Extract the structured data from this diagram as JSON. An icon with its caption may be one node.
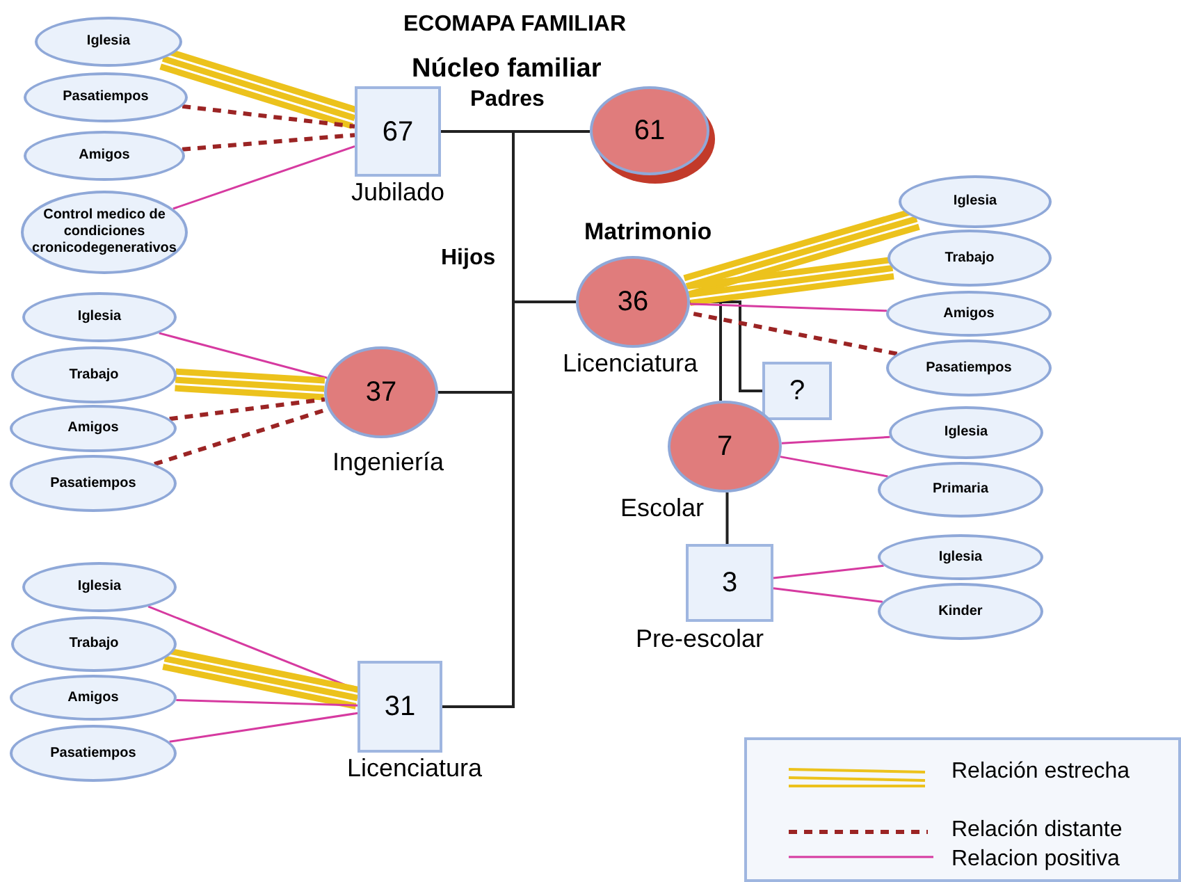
{
  "diagram": {
    "title": "ECOMAPA FAMILIAR",
    "nodes": [
      {
        "text": [
          "Iglesia"
        ]
      },
      {
        "text": [
          "Pasatiempos"
        ]
      },
      {
        "text": [
          "Amigos"
        ]
      },
      {
        "text": [
          "Control medico de condiciones cronicodegenerativos"
        ]
      },
      {
        "text": [
          "67"
        ],
        "beside": [
          "Jubilado"
        ]
      },
      {
        "text": [
          "61"
        ]
      },
      {
        "text": [
          "Iglesia"
        ]
      },
      {
        "text": [
          "Trabajo"
        ]
      },
      {
        "text": [
          "Amigos"
        ]
      },
      {
        "text": [
          "Pasatiempos"
        ]
      },
      {
        "text": [
          "36"
        ],
        "beside": [
          "Licenciatura"
        ]
      },
      {
        "text": [
          "?"
        ]
      },
      {
        "text": [
          "7"
        ],
        "beside": [
          "Escolar"
        ]
      },
      {
        "text": [
          "Iglesia"
        ]
      },
      {
        "text": [
          "Primaria"
        ]
      },
      {
        "text": [
          "3"
        ],
        "beside": [
          "Pre-escolar"
        ]
      },
      {
        "text": [
          "Iglesia"
        ]
      },
      {
        "text": [
          "Kinder"
        ]
      },
      {
        "text": [
          "Iglesia"
        ]
      },
      {
        "text": [
          "Trabajo"
        ]
      },
      {
        "text": [
          "Amigos"
        ]
      },
      {
        "text": [
          "Pasatiempos"
        ]
      },
      {
        "text": [
          "37"
        ],
        "beside": [
          "Ingeniería"
        ]
      },
      {
        "text": [
          "Iglesia"
        ]
      },
      {
        "text": [
          "Trabajo"
        ]
      },
      {
        "text": [
          "Amigos"
        ]
      },
      {
        "text": [
          "Pasatiempos"
        ]
      },
      {
        "text": [
          "31"
        ],
        "beside": [
          "Licenciatura"
        ]
      }
    ],
    "edges": [
      {
        "from": 4,
        "to": 5,
        "arrow": "none",
        "color": "#222222"
      },
      {
        "from": 4,
        "to": 10,
        "arrow": "none",
        "color": "#222222"
      },
      {
        "from": 4,
        "to": 22,
        "arrow": "none",
        "color": "#222222"
      },
      {
        "from": 4,
        "to": 27,
        "arrow": "none",
        "color": "#222222"
      },
      {
        "from": 10,
        "to": 11,
        "arrow": "none",
        "color": "#222222"
      },
      {
        "from": 10,
        "to": 12,
        "arrow": "none",
        "color": "#222222"
      },
      {
        "from": 12,
        "to": 15,
        "arrow": "none",
        "color": "#222222"
      },
      {
        "from": 0,
        "to": 4,
        "arrow": "none",
        "style": "thick",
        "color": "#ecc21c"
      },
      {
        "from": 1,
        "to": 4,
        "arrow": "none",
        "style": "dashed",
        "color": "#9b2424"
      },
      {
        "from": 2,
        "to": 4,
        "arrow": "none",
        "style": "dashed",
        "color": "#9b2424"
      },
      {
        "from": 3,
        "to": 4,
        "arrow": "none"
      },
      {
        "from": 6,
        "to": 10,
        "arrow": "none",
        "style": "thick",
        "color": "#ecc21c"
      },
      {
        "from": 7,
        "to": 10,
        "arrow": "none",
        "style": "thick",
        "color": "#ecc21c"
      },
      {
        "from": 8,
        "to": 10,
        "arrow": "none"
      },
      {
        "from": 9,
        "to": 10,
        "arrow": "none",
        "style": "dashed",
        "color": "#9b2424"
      },
      {
        "from": 13,
        "to": 12,
        "arrow": "none"
      },
      {
        "from": 14,
        "to": 12,
        "arrow": "none"
      },
      {
        "from": 16,
        "to": 15,
        "arrow": "none"
      },
      {
        "from": 17,
        "to": 15,
        "arrow": "none"
      },
      {
        "from": 18,
        "to": 22,
        "arrow": "none"
      },
      {
        "from": 19,
        "to": 22,
        "arrow": "none",
        "style": "thick",
        "color": "#ecc21c"
      },
      {
        "from": 20,
        "to": 22,
        "arrow": "none",
        "style": "dashed",
        "color": "#9b2424"
      },
      {
        "from": 21,
        "to": 22,
        "arrow": "none",
        "style": "dashed",
        "color": "#9b2424"
      },
      {
        "from": 23,
        "to": 27,
        "arrow": "none"
      },
      {
        "from": 24,
        "to": 27,
        "arrow": "none",
        "style": "thick",
        "color": "#ecc21c"
      },
      {
        "from": 25,
        "to": 27,
        "arrow": "none"
      },
      {
        "from": 26,
        "to": 27,
        "arrow": "none"
      }
    ],
    "labels": [
      "Núcleo familiar",
      "Padres",
      "Hijos",
      "Matrimonio"
    ],
    "legend": [
      {
        "text": "Relación estrecha"
      },
      {
        "text": "Relación distante"
      },
      {
        "text": "Relacion positiva"
      }
    ]
  }
}
